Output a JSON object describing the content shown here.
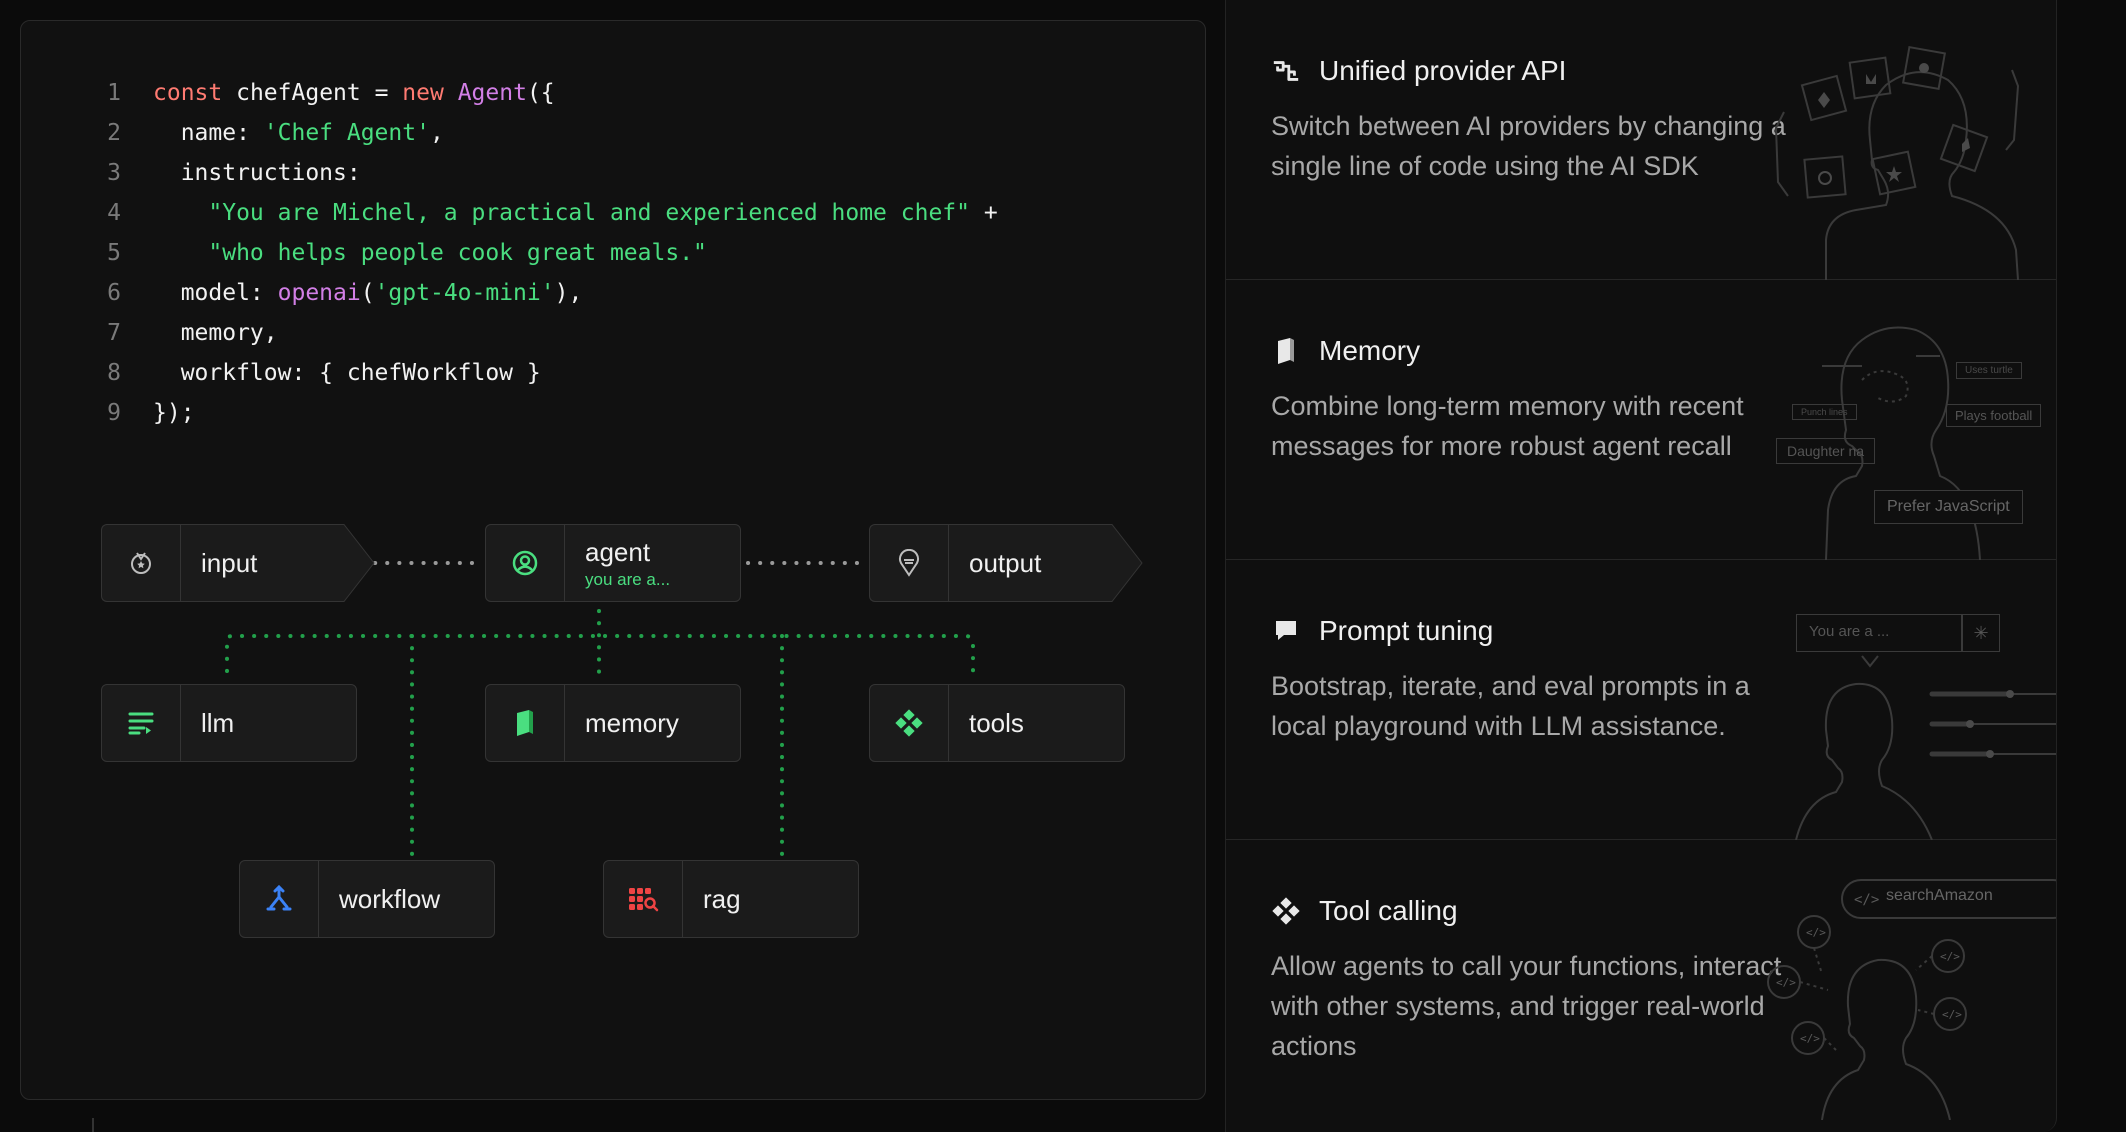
{
  "code": {
    "line_numbers": [
      "1",
      "2",
      "3",
      "4",
      "5",
      "6",
      "7",
      "8",
      "9"
    ],
    "l1": {
      "kw": "const",
      "var": "chefAgent",
      "eq": " = ",
      "kw2": "new",
      "cls": "Agent",
      "end": "({"
    },
    "l2": {
      "key": "  name: ",
      "str": "'Chef Agent'",
      "end": ","
    },
    "l3": {
      "key": "  instructions:"
    },
    "l4": {
      "str": "    \"You are Michel, a practical and experienced home chef\"",
      "end": " +"
    },
    "l5": {
      "str": "    \"who helps people cook great meals.\""
    },
    "l6": {
      "key": "  model: ",
      "fn": "openai",
      "open": "(",
      "str": "'gpt-4o-mini'",
      "end": "),"
    },
    "l7": {
      "key": "  memory,"
    },
    "l8": {
      "key": "  workflow: { chefWorkflow }"
    },
    "l9": {
      "key": "});"
    }
  },
  "diagram": {
    "input": {
      "label": "input",
      "icon": "badge-icon"
    },
    "agent": {
      "label": "agent",
      "sub": "you are a...",
      "icon": "user-circle-icon"
    },
    "output": {
      "label": "output",
      "icon": "pin-icon"
    },
    "llm": {
      "label": "llm",
      "icon": "lines-icon"
    },
    "memory": {
      "label": "memory",
      "icon": "book-icon"
    },
    "tools": {
      "label": "tools",
      "icon": "diamond-dots-icon"
    },
    "workflow": {
      "label": "workflow",
      "icon": "branch-icon"
    },
    "rag": {
      "label": "rag",
      "icon": "grid-search-icon"
    }
  },
  "features": [
    {
      "title": "Unified provider API",
      "desc": "Switch between AI providers by changing a single line of code using the AI SDK",
      "icon": "link-icon"
    },
    {
      "title": "Memory",
      "desc": "Combine long-term memory with recent messages for more robust agent recall",
      "icon": "book-icon"
    },
    {
      "title": "Prompt tuning",
      "desc": "Bootstrap, iterate, and eval prompts in a local playground with LLM assistance.",
      "icon": "chat-icon"
    },
    {
      "title": "Tool calling",
      "desc": "Allow agents to call your functions, interact with other systems, and trigger real-world actions",
      "icon": "tools-icon"
    }
  ],
  "illustrations": {
    "memory_tags": [
      "Uses turtle",
      "Plays football",
      "Punch lines",
      "Daughter na",
      "Prefer JavaScript"
    ],
    "prompt_input": "You are a ...",
    "tool_tag": "searchAmazon"
  },
  "colors": {
    "accent_green": "#4ade80",
    "rag_red": "#ef4444",
    "workflow_blue": "#3b82f6"
  }
}
